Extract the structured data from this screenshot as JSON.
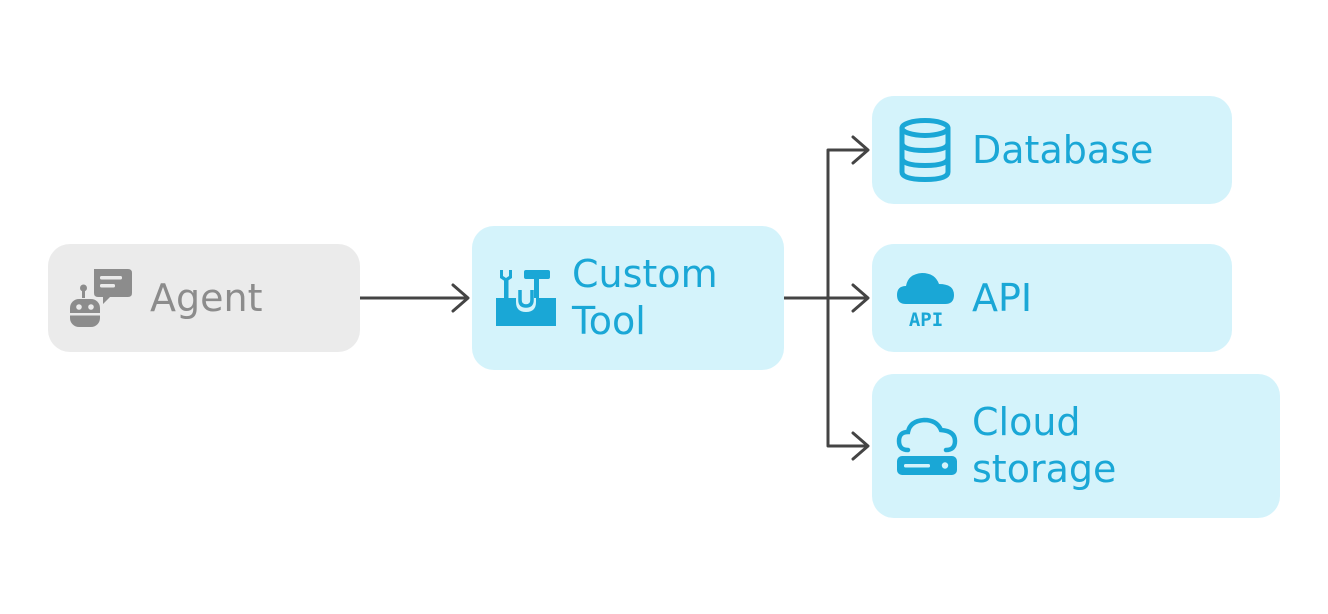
{
  "colors": {
    "agent_fill": "#ebebeb",
    "agent_ink": "#8c8c8c",
    "node_fill": "#d4f3fb",
    "node_ink": "#1aa7d6",
    "connector": "#444444"
  },
  "nodes": {
    "agent": {
      "label": "Agent",
      "icon": "robot-chat-icon"
    },
    "tool": {
      "label": "Custom\nTool",
      "icon": "toolbox-icon"
    },
    "database": {
      "label": "Database",
      "icon": "database-icon"
    },
    "api": {
      "label": "API",
      "icon": "cloud-api-icon"
    },
    "storage": {
      "label": "Cloud\nstorage",
      "icon": "cloud-storage-icon"
    }
  },
  "edges": [
    {
      "from": "agent",
      "to": "tool"
    },
    {
      "from": "tool",
      "to": "database"
    },
    {
      "from": "tool",
      "to": "api"
    },
    {
      "from": "tool",
      "to": "storage"
    }
  ]
}
